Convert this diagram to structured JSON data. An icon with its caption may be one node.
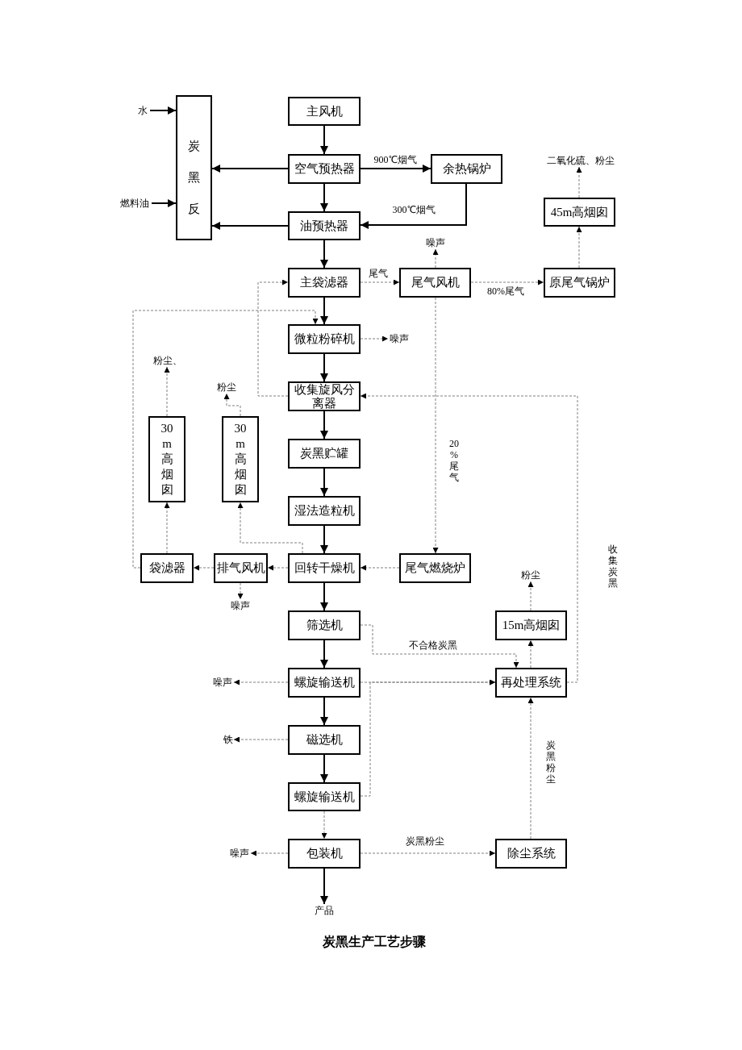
{
  "diagram": {
    "caption": "炭黑生产工艺步骤",
    "nodes": [
      {
        "text": [
          "水"
        ]
      },
      {
        "text": [
          "炭黑反"
        ]
      },
      {
        "text": [
          "主风机"
        ]
      },
      {
        "text": [
          "空气预热器"
        ]
      },
      {
        "text": [
          "余热锅炉"
        ]
      },
      {
        "text": [
          "二氧化硫、粉尘"
        ]
      },
      {
        "text": [
          "燃料油"
        ]
      },
      {
        "text": [
          "45m高烟囱"
        ]
      },
      {
        "text": [
          "油预热器"
        ]
      },
      {
        "text": [
          "噪声"
        ]
      },
      {
        "text": [
          "主袋滤器"
        ]
      },
      {
        "text": [
          "尾气风机"
        ]
      },
      {
        "text": [
          "原尾气锅炉"
        ]
      },
      {
        "text": [
          "微粒粉碎机"
        ]
      },
      {
        "text": [
          "噪声"
        ]
      },
      {
        "text": [
          "粉尘、"
        ]
      },
      {
        "text": [
          "收集旋风分离器"
        ]
      },
      {
        "text": [
          "粉尘"
        ]
      },
      {
        "text": [
          "30m高烟囱"
        ]
      },
      {
        "text": [
          "30m高烟囱"
        ]
      },
      {
        "text": [
          "炭黑贮罐"
        ]
      },
      {
        "text": [
          "湿法造粒机"
        ]
      },
      {
        "text": [
          "袋滤器"
        ]
      },
      {
        "text": [
          "排气风机"
        ]
      },
      {
        "text": [
          "回转干燥机"
        ]
      },
      {
        "text": [
          "尾气燃烧炉"
        ]
      },
      {
        "text": [
          "粉尘"
        ]
      },
      {
        "text": [
          "噪声"
        ]
      },
      {
        "text": [
          "筛选机"
        ]
      },
      {
        "text": [
          "15m高烟囱"
        ]
      },
      {
        "text": [
          "噪声"
        ]
      },
      {
        "text": [
          "螺旋输送机"
        ]
      },
      {
        "text": [
          "再处理系统"
        ]
      },
      {
        "text": [
          "铁"
        ]
      },
      {
        "text": [
          "磁选机"
        ]
      },
      {
        "text": [
          "螺旋输送机"
        ]
      },
      {
        "text": [
          "噪声"
        ]
      },
      {
        "text": [
          "包装机"
        ]
      },
      {
        "text": [
          "除尘系统"
        ]
      },
      {
        "text": [
          "产品"
        ]
      }
    ],
    "edges": [
      {
        "from": 0,
        "to": 1,
        "arrow": "to",
        "color": "#000000"
      },
      {
        "from": 6,
        "to": 1,
        "arrow": "to",
        "color": "#000000"
      },
      {
        "from": 2,
        "to": 3,
        "arrow": "to",
        "color": "#000000"
      },
      {
        "from": 3,
        "to": 1,
        "arrow": "to",
        "color": "#000000"
      },
      {
        "from": 3,
        "to": 4,
        "arrow": "to",
        "label": "900℃烟气",
        "color": "#000000"
      },
      {
        "from": 3,
        "to": 8,
        "arrow": "to",
        "color": "#000000"
      },
      {
        "from": 4,
        "to": 8,
        "arrow": "to",
        "label": "300℃烟气",
        "color": "#000000"
      },
      {
        "from": 8,
        "to": 1,
        "arrow": "to",
        "color": "#000000"
      },
      {
        "from": 8,
        "to": 10,
        "arrow": "to",
        "color": "#000000"
      },
      {
        "from": 10,
        "to": 13,
        "arrow": "to",
        "color": "#000000"
      },
      {
        "from": 10,
        "to": 11,
        "arrow": "to",
        "style": "dashed",
        "label": "尾气"
      },
      {
        "from": 11,
        "to": 9,
        "arrow": "to",
        "style": "dashed"
      },
      {
        "from": 11,
        "to": 12,
        "arrow": "to",
        "style": "dashed",
        "label": "80%尾气"
      },
      {
        "from": 12,
        "to": 7,
        "arrow": "to",
        "style": "dashed"
      },
      {
        "from": 7,
        "to": 5,
        "arrow": "to",
        "style": "dashed"
      },
      {
        "from": 16,
        "to": 10,
        "arrow": "to",
        "style": "dashed"
      },
      {
        "from": 22,
        "to": 13,
        "arrow": "to",
        "style": "dashed"
      },
      {
        "from": 13,
        "to": 14,
        "arrow": "to",
        "style": "dashed"
      },
      {
        "from": 13,
        "to": 16,
        "arrow": "to",
        "color": "#000000"
      },
      {
        "from": 16,
        "to": 20,
        "arrow": "to",
        "color": "#000000"
      },
      {
        "from": 20,
        "to": 21,
        "arrow": "to",
        "color": "#000000"
      },
      {
        "from": 21,
        "to": 24,
        "arrow": "to",
        "color": "#000000"
      },
      {
        "from": 11,
        "to": 25,
        "arrow": "to",
        "style": "dashed",
        "label": "20%尾气"
      },
      {
        "from": 25,
        "to": 24,
        "arrow": "to",
        "style": "dashed"
      },
      {
        "from": 24,
        "to": 23,
        "arrow": "to",
        "style": "dashed"
      },
      {
        "from": 24,
        "to": 19,
        "arrow": "to",
        "style": "dashed"
      },
      {
        "from": 23,
        "to": 22,
        "arrow": "to",
        "style": "dashed"
      },
      {
        "from": 23,
        "to": 27,
        "arrow": "to",
        "style": "dashed"
      },
      {
        "from": 22,
        "to": 18,
        "arrow": "to",
        "style": "dashed"
      },
      {
        "from": 18,
        "to": 15,
        "arrow": "to",
        "style": "dashed"
      },
      {
        "from": 19,
        "to": 17,
        "arrow": "to",
        "style": "dashed"
      },
      {
        "from": 24,
        "to": 28,
        "arrow": "to",
        "color": "#000000"
      },
      {
        "from": 28,
        "to": 31,
        "arrow": "to",
        "color": "#000000"
      },
      {
        "from": 28,
        "to": 32,
        "arrow": "to",
        "style": "dashed",
        "label": "不合格炭黑"
      },
      {
        "from": 31,
        "to": 34,
        "arrow": "to",
        "color": "#000000"
      },
      {
        "from": 31,
        "to": 30,
        "arrow": "to",
        "style": "dashed"
      },
      {
        "from": 31,
        "to": 32,
        "arrow": "to",
        "style": "dashed"
      },
      {
        "from": 34,
        "to": 35,
        "arrow": "to",
        "color": "#000000"
      },
      {
        "from": 34,
        "to": 33,
        "arrow": "to",
        "style": "dashed"
      },
      {
        "from": 35,
        "to": 32,
        "arrow": "to",
        "style": "dashed"
      },
      {
        "from": 35,
        "to": 37,
        "arrow": "to",
        "style": "dashed"
      },
      {
        "from": 37,
        "to": 36,
        "arrow": "to",
        "style": "dashed"
      },
      {
        "from": 37,
        "to": 39,
        "arrow": "to",
        "color": "#000000"
      },
      {
        "from": 37,
        "to": 38,
        "arrow": "to",
        "style": "dashed",
        "label": "炭黑粉尘"
      },
      {
        "from": 38,
        "to": 32,
        "arrow": "to",
        "style": "dashed",
        "label": "炭黑粉尘"
      },
      {
        "from": 32,
        "to": 29,
        "arrow": "to",
        "style": "dashed"
      },
      {
        "from": 29,
        "to": 26,
        "arrow": "to",
        "style": "dashed"
      },
      {
        "from": 32,
        "to": 16,
        "arrow": "to",
        "style": "dashed",
        "label": "收集炭黑"
      }
    ]
  }
}
